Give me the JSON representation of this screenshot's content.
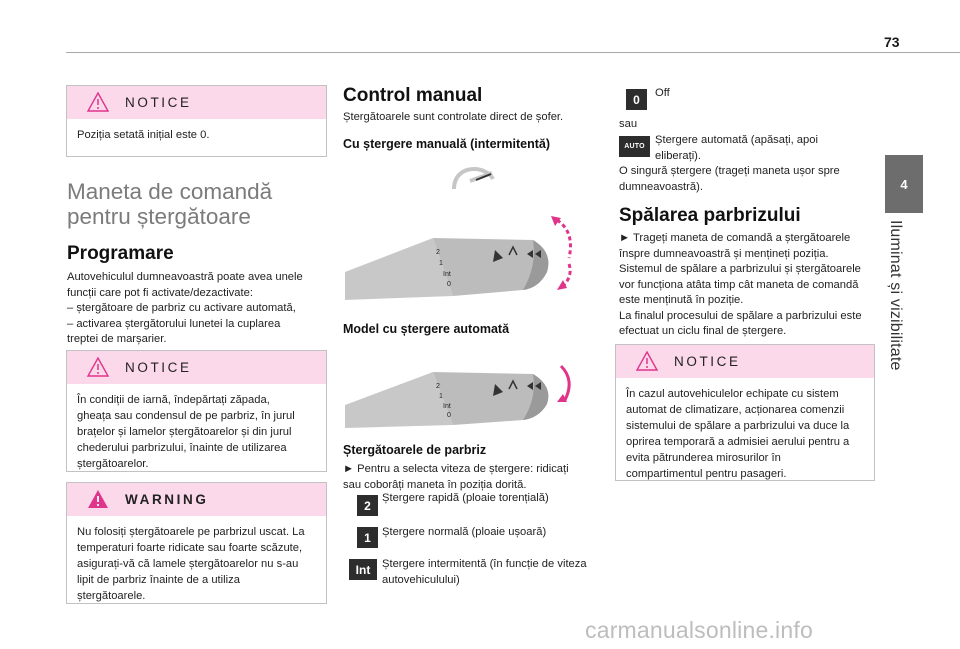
{
  "header": {
    "page_number": "73"
  },
  "side_tab": {
    "chapter_number": "4",
    "chapter_title": "Iluminat și vizibilitate"
  },
  "left": {
    "notice1": {
      "label": "NOTICE",
      "text": "Poziția setată inițial este 0."
    },
    "section_title_line1": "Maneta de comandă",
    "section_title_line2": "pentru ștergătoare",
    "programming_heading": "Programare",
    "programming_lines": [
      "Autovehiculul dumneavoastră poate avea unele",
      "funcții care pot fi activate/dezactivate:",
      "–  ștergătoare de parbriz cu activare automată,",
      "–  activarea ștergătorului lunetei la cuplarea",
      "treptei de marșarier."
    ],
    "notice2": {
      "label": "NOTICE",
      "lines": [
        "În condiții de iarnă, îndepărtați zăpada,",
        "gheața sau condensul de pe parbriz, în jurul",
        "brațelor și lamelor ștergătoarelor și din jurul",
        "chederului parbrizului, înainte de utilizarea",
        "ștergătoarelor."
      ]
    },
    "warning": {
      "label": "WARNING",
      "lines": [
        "Nu folosiți ștergătoarele pe parbrizul uscat. La",
        "temperaturi foarte ridicate sau foarte scăzute,",
        "asigurați-vă că lamele ștergătoarelor nu s-au",
        "lipit de parbriz înainte de a utiliza",
        "ștergătoarele."
      ]
    }
  },
  "middle": {
    "heading": "Control manual",
    "intro": "Ștergătoarele sunt controlate direct de șofer.",
    "manual_heading": "Cu ștergere manuală (intermitentă)",
    "auto_heading": "Model cu ștergere automată",
    "wipers_heading": "Ștergătoarele de parbriz",
    "wipers_lines": [
      "►  Pentru a selecta viteza de ștergere: ridicați",
      "sau coborâți maneta în poziția dorită."
    ],
    "speeds": [
      {
        "icon": "2",
        "text_lines": [
          "Ștergere rapidă (ploaie torențială)"
        ]
      },
      {
        "icon": "1",
        "text_lines": [
          "Ștergere normală (ploaie ușoară)"
        ]
      },
      {
        "icon": "Int",
        "text_lines": [
          "Ștergere intermitentă (în funcție de viteza",
          "autovehiculului)"
        ]
      }
    ]
  },
  "right": {
    "off_icon": "0",
    "off_text": "Off",
    "or_text": "sau",
    "auto_icon": "AUTO",
    "auto_lines": [
      "Ștergere automată (apăsați, apoi",
      "eliberați)."
    ],
    "single_wipe_lines": [
      "O singură ștergere (trageți maneta ușor spre",
      "dumneavoastră)."
    ],
    "wash_heading": "Spălarea parbrizului",
    "wash_lines": [
      "►  Trageți maneta de comandă a ștergătoarele",
      "înspre dumneavoastră și mențineți poziția.",
      "Sistemul de spălare a parbrizului și ștergătoarele",
      "vor funcționa atâta timp cât maneta de comandă",
      "este menținută în poziție.",
      "La finalul procesului de spălare a parbrizului este",
      "efectuat un ciclu final de ștergere."
    ],
    "notice3": {
      "label": "NOTICE",
      "lines": [
        "În cazul autovehiculelor echipate cu sistem",
        "automat de climatizare, acționarea comenzii",
        "sistemului de spălare a parbrizului va duce la",
        "oprirea temporară a admisiei aerului pentru a",
        "evita pătrunderea mirosurilor în",
        "compartimentul pentru pasageri."
      ]
    }
  },
  "footer": {
    "watermark": "carmanualsonline.info"
  },
  "colors": {
    "notice_header": "#fbd9ea",
    "tab": "#6d6d6d",
    "icon_bg": "#2d2d2d",
    "accent_arrow": "#e0348b"
  }
}
